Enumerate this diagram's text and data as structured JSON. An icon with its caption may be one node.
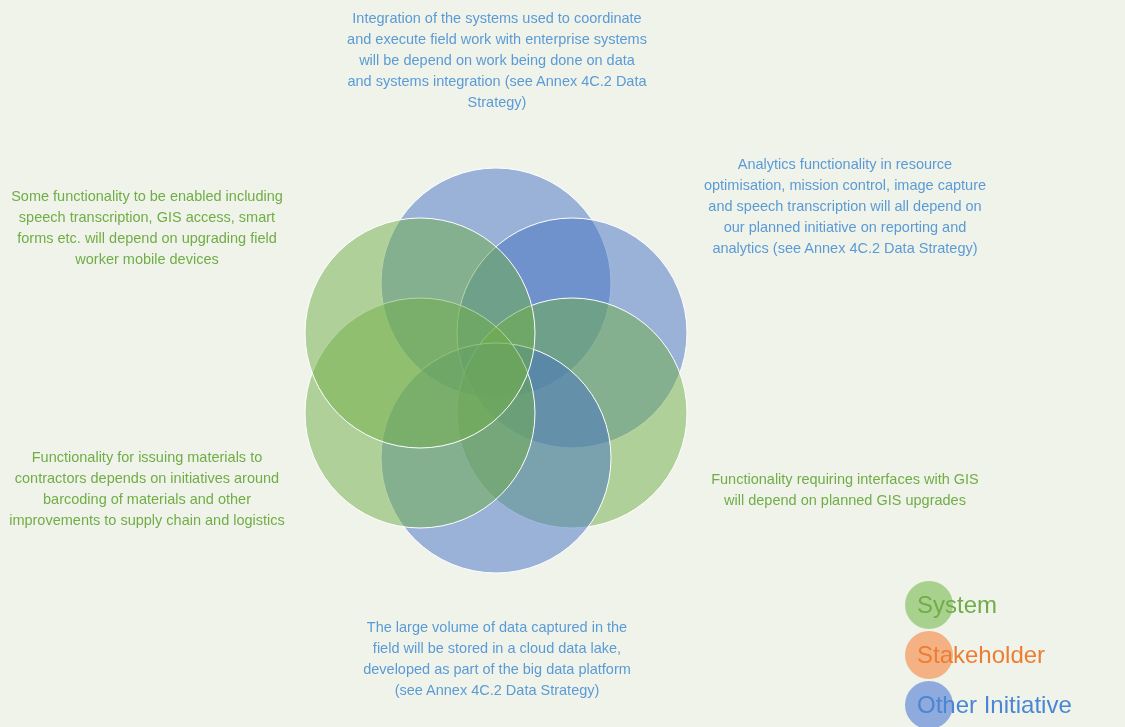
{
  "diagram": {
    "labels": [
      "Integration of the systems used to coordinate and execute field work with enterprise systems will be depend on work being done on data and systems integration (see Annex 4C.2 Data Strategy)",
      "Some functionality to be enabled including speech transcription, GIS access, smart forms etc. will depend on upgrading field worker mobile devices",
      "Analytics functionality in resource optimisation, mission control, image capture and speech transcription will all depend on our planned initiative on reporting and analytics (see Annex 4C.2 Data Strategy)",
      "Functionality for issuing materials to contractors depends on initiatives around barcoding of materials and other improvements to supply chain and logistics",
      "Functionality requiring interfaces with GIS will depend on planned GIS upgrades",
      "The large volume of data captured in the field will be stored in a cloud data lake, developed as part of the big data platform (see Annex 4C.2 Data Strategy)"
    ],
    "legend": [
      {
        "text": "System",
        "color": "#a9d18e"
      },
      {
        "text": "Stakeholder",
        "color": "#f4b183"
      },
      {
        "text": "Other Initiative",
        "color": "#8faadc"
      }
    ]
  }
}
